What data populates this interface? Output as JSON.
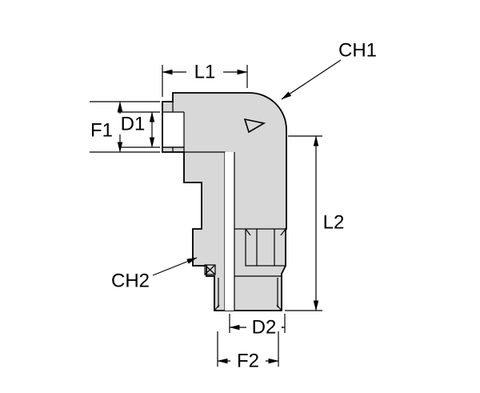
{
  "drawing": {
    "labels": {
      "l1": "L1",
      "ch1": "CH1",
      "f1": "F1",
      "d1": "D1",
      "l2": "L2",
      "ch2": "CH2",
      "d2": "D2",
      "f2": "F2"
    },
    "colors": {
      "background": "#ffffff",
      "body_fill": "#d8d8d8",
      "line": "#000000"
    }
  }
}
